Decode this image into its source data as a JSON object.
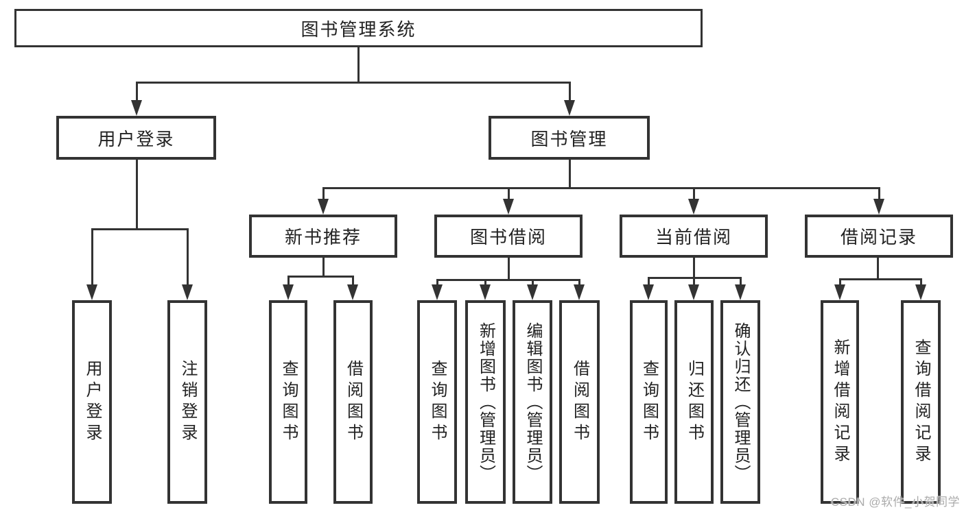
{
  "diagram": {
    "root": {
      "label": "图书管理系统"
    },
    "branches": [
      {
        "label": "用户登录",
        "children": [
          {
            "label": "用户登录"
          },
          {
            "label": "注销登录"
          }
        ]
      },
      {
        "label": "图书管理",
        "children": [
          {
            "label": "新书推荐",
            "children": [
              {
                "label": "查询图书"
              },
              {
                "label": "借阅图书"
              }
            ]
          },
          {
            "label": "图书借阅",
            "children": [
              {
                "label": "查询图书"
              },
              {
                "label": "新增图书（管理员）"
              },
              {
                "label": "编辑图书（管理员）"
              },
              {
                "label": "借阅图书"
              }
            ]
          },
          {
            "label": "当前借阅",
            "children": [
              {
                "label": "查询图书"
              },
              {
                "label": "归还图书"
              },
              {
                "label": "确认归还（管理员）"
              }
            ]
          },
          {
            "label": "借阅记录",
            "children": [
              {
                "label": "新增借阅记录"
              },
              {
                "label": "查询借阅记录"
              }
            ]
          }
        ]
      }
    ],
    "watermark": "CSDN @软件_小贺同学",
    "colors": {
      "line": "#333333",
      "text": "#222222",
      "box_background": "#ffffff",
      "page_background": "#ffffff",
      "watermark": "#ababab"
    }
  }
}
